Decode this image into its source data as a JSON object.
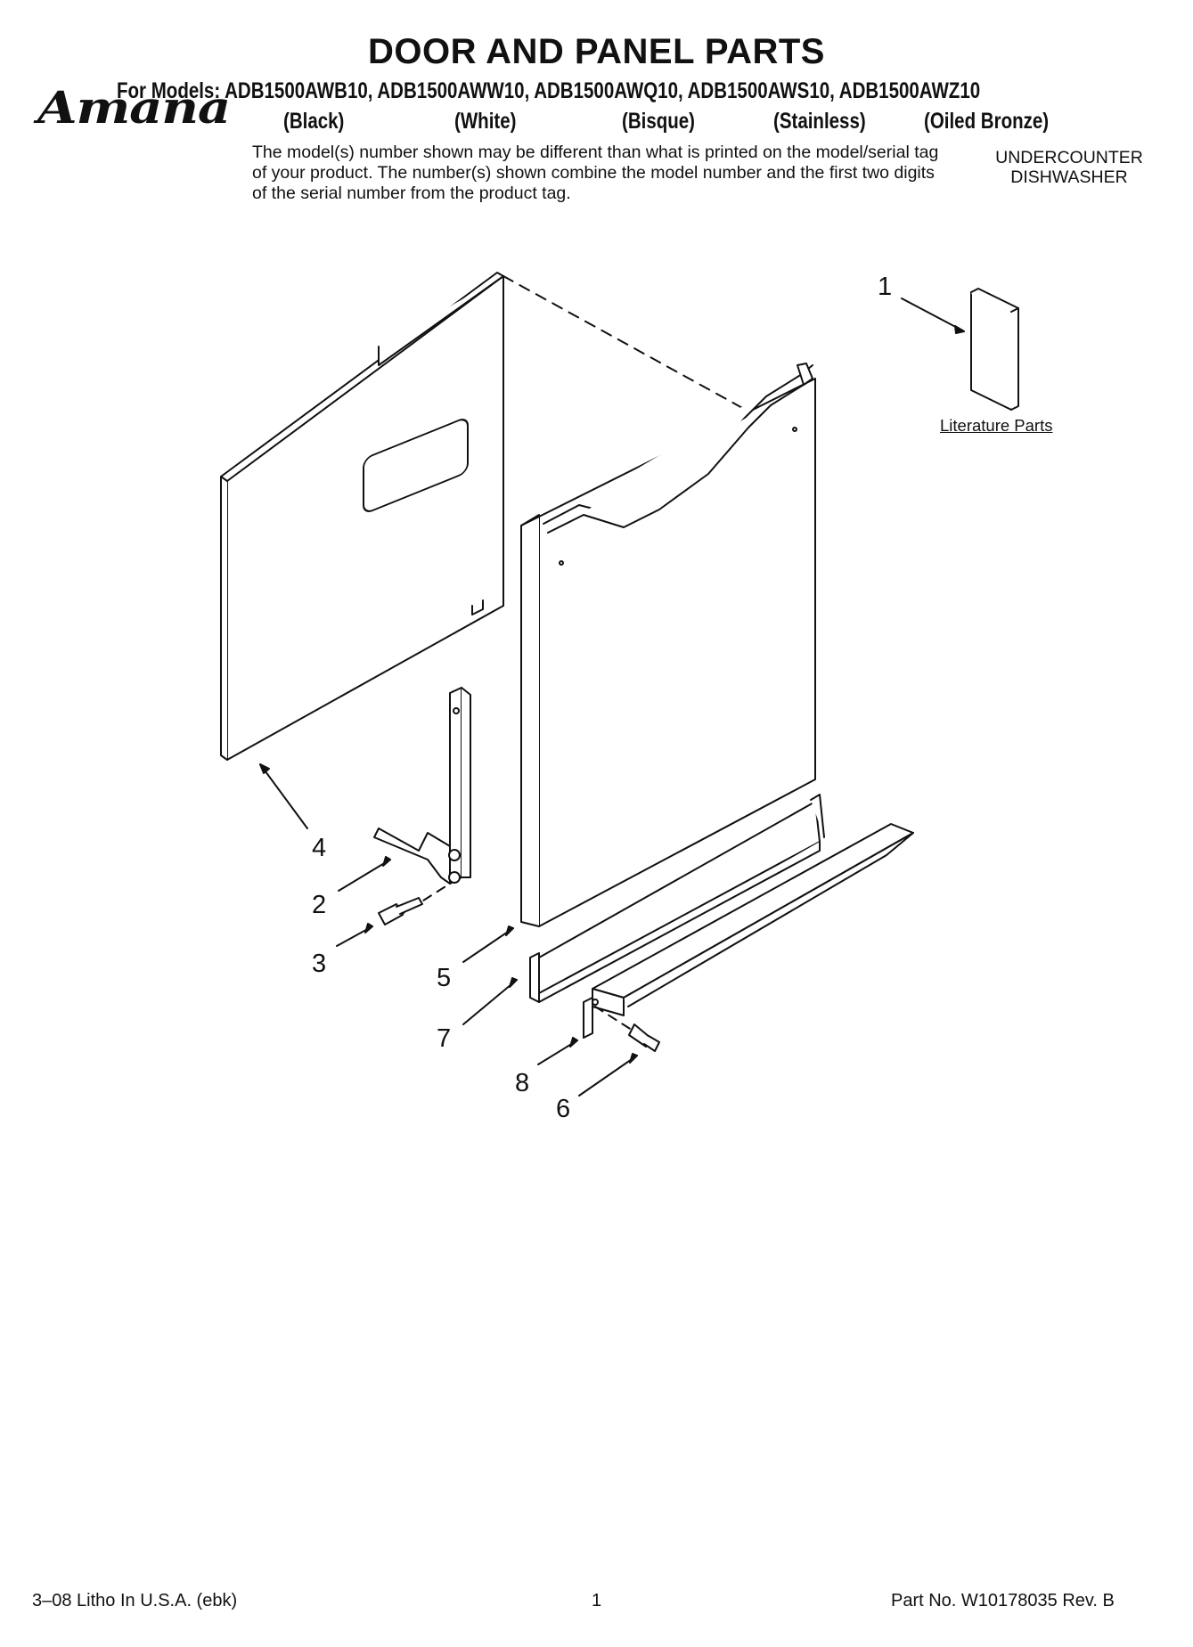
{
  "header": {
    "title": "DOOR AND PANEL PARTS",
    "brand": "Amana",
    "models_line": "For Models: ADB1500AWB10, ADB1500AWW10, ADB1500AWQ10, ADB1500AWS10, ADB1500AWZ10",
    "colors": [
      "(Black)",
      "(White)",
      "(Bisque)",
      "(Stainless)",
      "(Oiled Bronze)"
    ],
    "note": "The model(s) number shown may be different than what is printed on the model/serial tag of your product. The number(s) shown combine the model number and the first two digits of the serial number from the product tag.",
    "product_type_line1": "UNDERCOUNTER",
    "product_type_line2": "DISHWASHER"
  },
  "diagram": {
    "literature_label": "Literature Parts",
    "callouts": [
      "1",
      "2",
      "3",
      "4",
      "5",
      "6",
      "7",
      "8"
    ]
  },
  "footer": {
    "left": "3–08 Litho In U.S.A. (ebk)",
    "page": "1",
    "right": "Part No. W10178035 Rev. B"
  }
}
